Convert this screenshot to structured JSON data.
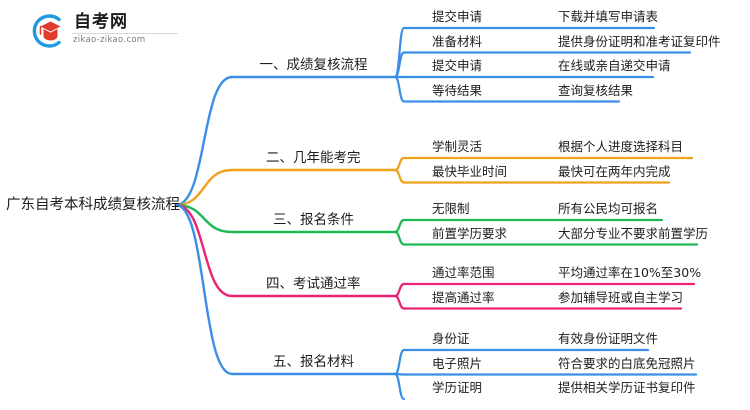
{
  "logo": {
    "title": "自考网",
    "subtitle": "zikao-zikao.com",
    "mark_icon": "graduation-cap-icon",
    "ring_color": "#1f9ae0",
    "cap_color": "#e23c2e"
  },
  "mindmap": {
    "root": {
      "label": "广东自考本科成绩复核流程"
    },
    "branches": [
      {
        "label": "一、成绩复核流程",
        "color": "#3a8ee6",
        "children": [
          {
            "mid": "提交申请",
            "leaf": "下载并填写申请表"
          },
          {
            "mid": "准备材料",
            "leaf": "提供身份证明和准考证复印件"
          },
          {
            "mid": "提交申请",
            "leaf": "在线或亲自递交申请"
          },
          {
            "mid": "等待结果",
            "leaf": "查询复核结果"
          }
        ]
      },
      {
        "label": "二、几年能考完",
        "color": "#f0a21c",
        "children": [
          {
            "mid": "学制灵活",
            "leaf": "根据个人进度选择科目"
          },
          {
            "mid": "最快毕业时间",
            "leaf": "最快可在两年内完成"
          }
        ]
      },
      {
        "label": "三、报名条件",
        "color": "#1fb954",
        "children": [
          {
            "mid": "无限制",
            "leaf": "所有公民均可报名"
          },
          {
            "mid": "前置学历要求",
            "leaf": "大部分专业不要求前置学历"
          }
        ]
      },
      {
        "label": "四、考试通过率",
        "color": "#ea2372",
        "children": [
          {
            "mid": "通过率范围",
            "leaf": "平均通过率在10%至30%"
          },
          {
            "mid": "提高通过率",
            "leaf": "参加辅导班或自主学习"
          }
        ]
      },
      {
        "label": "五、报名材料",
        "color": "#3a8ee6",
        "children": [
          {
            "mid": "身份证",
            "leaf": "有效身份证明文件"
          },
          {
            "mid": "电子照片",
            "leaf": "符合要求的白底免冠照片"
          },
          {
            "mid": "学历证明",
            "leaf": "提供相关学历证书复印件"
          }
        ]
      }
    ]
  }
}
